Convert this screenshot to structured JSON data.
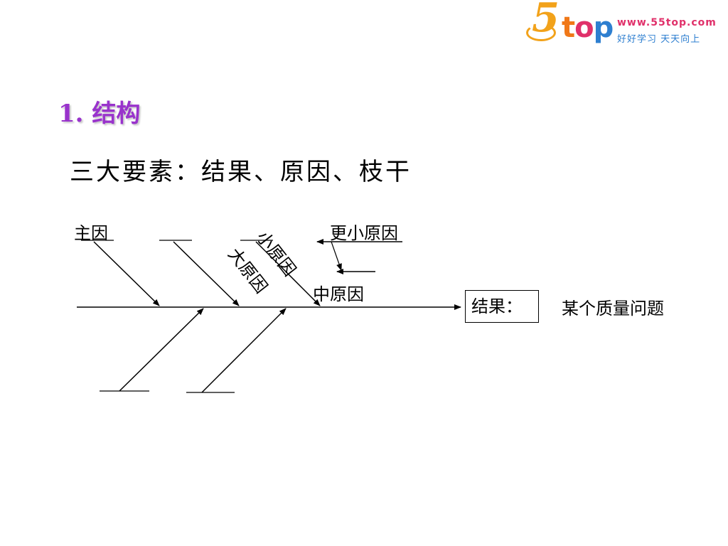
{
  "logo": {
    "brand_digit": "5",
    "brand_word": [
      "t",
      "o",
      "p"
    ],
    "url": "www.55top.com",
    "slogan": "好好学习 天天向上",
    "colors": {
      "orange": "#f2a21a",
      "pink": "#e0306a",
      "blue": "#2e7fd0"
    }
  },
  "heading": "1. 结构",
  "subtitle": "三大要素：结果、原因、枝干",
  "diagram": {
    "main_cause_label": "主因",
    "big_cause_label": "大原因",
    "small_cause_label": "小原因",
    "smaller_cause_label": "更小原因",
    "middle_cause_label": "中原因",
    "result_label": "结果：",
    "result_description": "某个质量问题"
  },
  "colors": {
    "heading": "#9933cc",
    "line": "#000000"
  }
}
